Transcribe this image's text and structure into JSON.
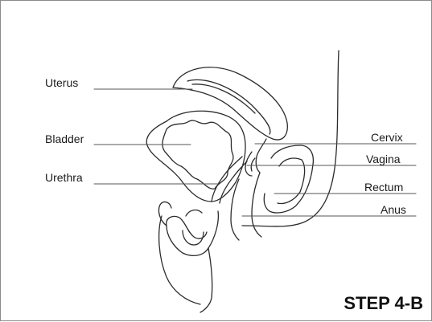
{
  "labels": {
    "uterus": "Uterus",
    "bladder": "Bladder",
    "urethra": "Urethra",
    "cervix": "Cervix",
    "vagina": "Vagina",
    "rectum": "Rectum",
    "anus": "Anus"
  },
  "caption": "STEP 4-B",
  "colors": {
    "line": "#2b2b2b",
    "leader": "#555555",
    "frame": "#8a8a8a"
  }
}
